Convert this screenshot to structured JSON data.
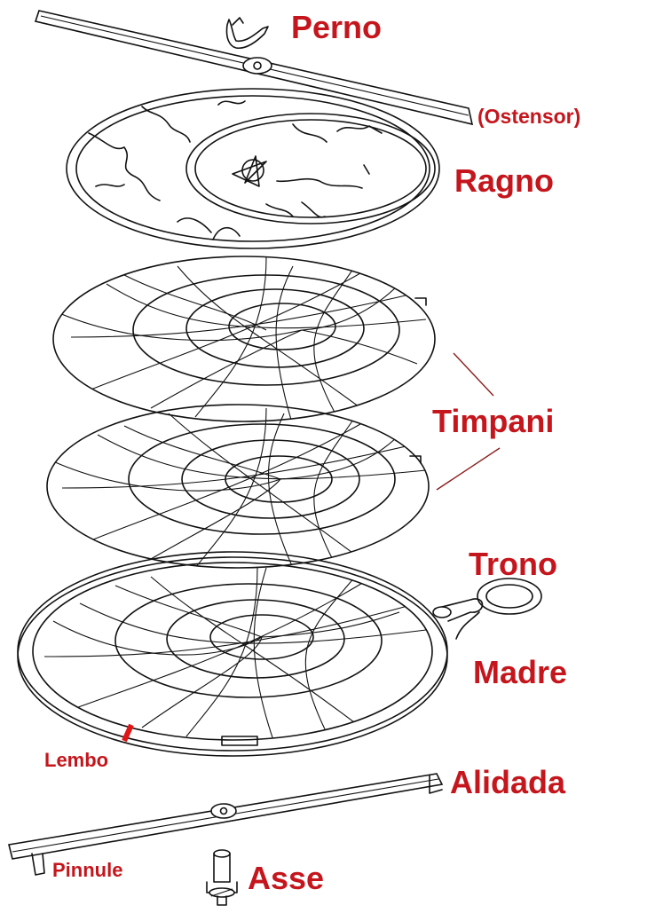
{
  "colors": {
    "label": "#c4161c",
    "ink": "#111111",
    "marker": "#e01515"
  },
  "labels": {
    "perno": "Perno",
    "ostensor": "(Ostensor)",
    "ragno": "Ragno",
    "timpani": "Timpani",
    "trono": "Trono",
    "madre": "Madre",
    "lembo": "Lembo",
    "alidada": "Alidada",
    "pinnule": "Pinnule",
    "asse": "Asse"
  }
}
